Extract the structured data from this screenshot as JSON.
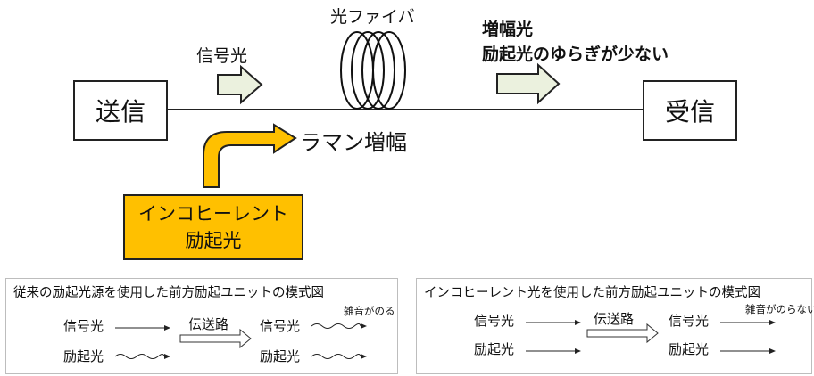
{
  "diagram": {
    "sender_label": "送信",
    "receiver_label": "受信",
    "fiber_label": "光ファイバ",
    "signal_light_label": "信号光",
    "amplified_label_line1": "増幅光",
    "amplified_label_line2": "励起光のゆらぎが少ない",
    "raman_label": "ラマン増幅",
    "source_box_line1": "インコヒーレント",
    "source_box_line2": "励起光",
    "colors": {
      "source_fill": "#FFC000",
      "arrow_fill": "#EBF1DE",
      "line": "#222222"
    }
  },
  "panels": {
    "conventional": {
      "title": "従来の励起光源を使用した前方励起ユニットの模式図",
      "signal_in": "信号光",
      "pump_in": "励起光",
      "path_label": "伝送路",
      "signal_out": "信号光",
      "pump_out": "励起光",
      "note": "雑音がのる"
    },
    "incoherent": {
      "title": "インコヒーレント光を使用した前方励起ユニットの模式図",
      "signal_in": "信号光",
      "pump_in": "励起光",
      "path_label": "伝送路",
      "signal_out": "信号光",
      "pump_out": "励起光",
      "note": "雑音がのらない"
    }
  }
}
